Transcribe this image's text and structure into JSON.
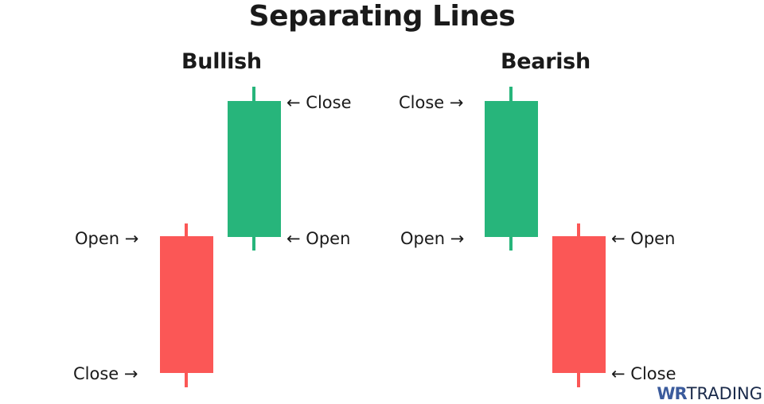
{
  "title": "Separating Lines",
  "panels": {
    "bullish": {
      "heading": "Bullish",
      "label_close_upper": "Close",
      "label_open_upper": "Open",
      "label_open_left": "Open",
      "label_close_left": "Close"
    },
    "bearish": {
      "heading": "Bearish",
      "label_close_upper": "Close",
      "label_open_upper": "Open",
      "label_open_right": "Open",
      "label_close_right": "Close"
    }
  },
  "arrows": {
    "right": "→",
    "left": "←"
  },
  "colors": {
    "bull_candle": "#27b57b",
    "bear_candle": "#fb5756",
    "text": "#1a1a1a"
  },
  "logo": {
    "wr": "WR",
    "trading": "TRADING"
  }
}
